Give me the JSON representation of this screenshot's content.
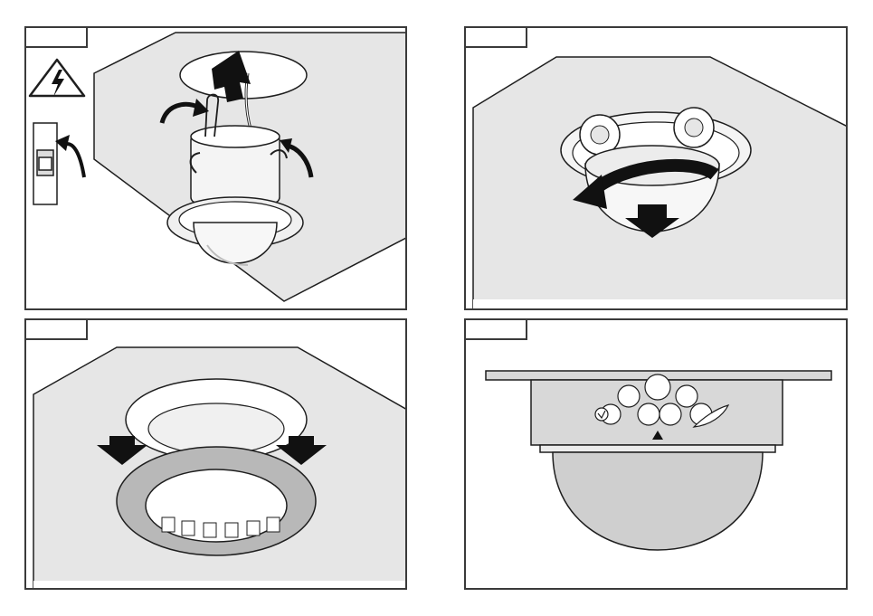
{
  "panels": [
    {
      "id": "step-1"
    },
    {
      "id": "step-2"
    },
    {
      "id": "step-3"
    },
    {
      "id": "step-4"
    }
  ],
  "colors": {
    "line": "#1e1e1e",
    "ceiling": "#e6e6e6",
    "ring": "#b8b8b8",
    "dome": "#cfcfcf",
    "arrow": "#111111"
  },
  "icons": [
    "electrical-hazard-warning-icon",
    "circuit-breaker-switch-icon"
  ]
}
